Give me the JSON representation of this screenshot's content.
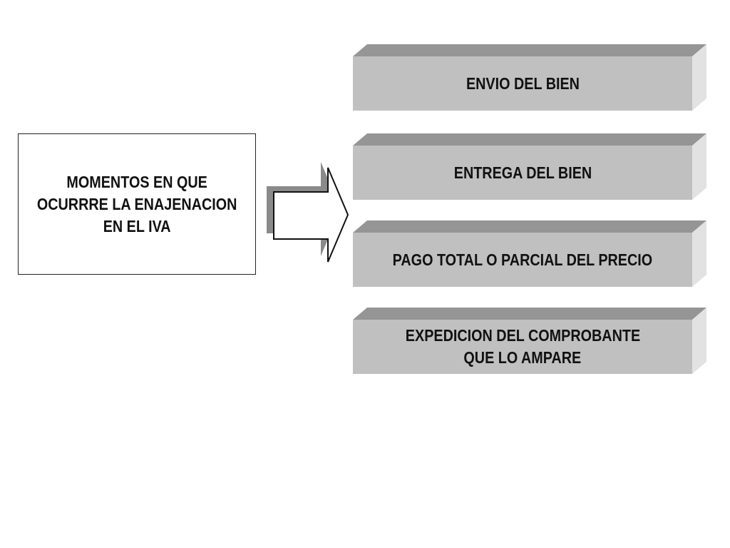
{
  "main": {
    "lines": [
      "MOMENTOS EN QUE",
      "OCURRRE LA ENAJENACION",
      "EN EL IVA"
    ]
  },
  "slabs": [
    {
      "lines": [
        "ENVIO DEL BIEN"
      ]
    },
    {
      "lines": [
        "ENTREGA DEL BIEN"
      ]
    },
    {
      "lines": [
        "PAGO TOTAL O PARCIAL DEL PRECIO"
      ]
    },
    {
      "lines": [
        "EXPEDICION DEL COMPROBANTE",
        "QUE LO AMPARE"
      ]
    }
  ],
  "colors": {
    "slab_front": "#c0c0c0",
    "slab_top": "#959595",
    "slab_side": "#e2e2e2",
    "arrow_shadow": "#8a8a8a",
    "text": "#111111"
  }
}
